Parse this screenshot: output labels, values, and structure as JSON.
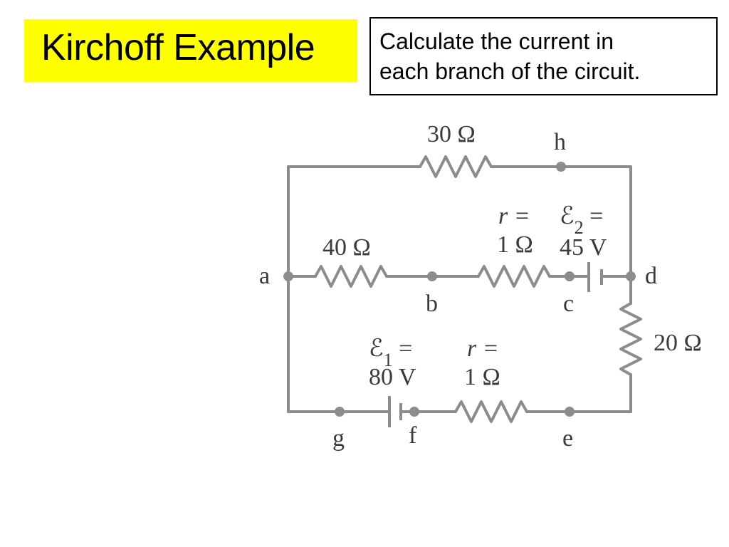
{
  "title": "Kirchoff Example",
  "prompt": {
    "line1": "Calculate the current in",
    "line2": "each branch of the circuit."
  },
  "circuit": {
    "resistor_30": "30 Ω",
    "resistor_40": "40 Ω",
    "resistor_20": "20 Ω",
    "internal_r_top_1": "r =",
    "internal_r_top_2": "1 Ω",
    "emf2_symbol": "ℰ",
    "emf2_sub": "2",
    "emf2_eq": " =",
    "emf2_value": "45 V",
    "emf1_symbol": "ℰ",
    "emf1_sub": "1",
    "emf1_eq": " =",
    "emf1_value": "80 V",
    "internal_r_bottom_1": "r =",
    "internal_r_bottom_2": "1 Ω",
    "node_a": "a",
    "node_b": "b",
    "node_c": "c",
    "node_d": "d",
    "node_e": "e",
    "node_f": "f",
    "node_g": "g",
    "node_h": "h"
  },
  "colors": {
    "title_bg": "#ffff00",
    "wire": "#8c8c8c",
    "label": "#3a3a3a"
  }
}
